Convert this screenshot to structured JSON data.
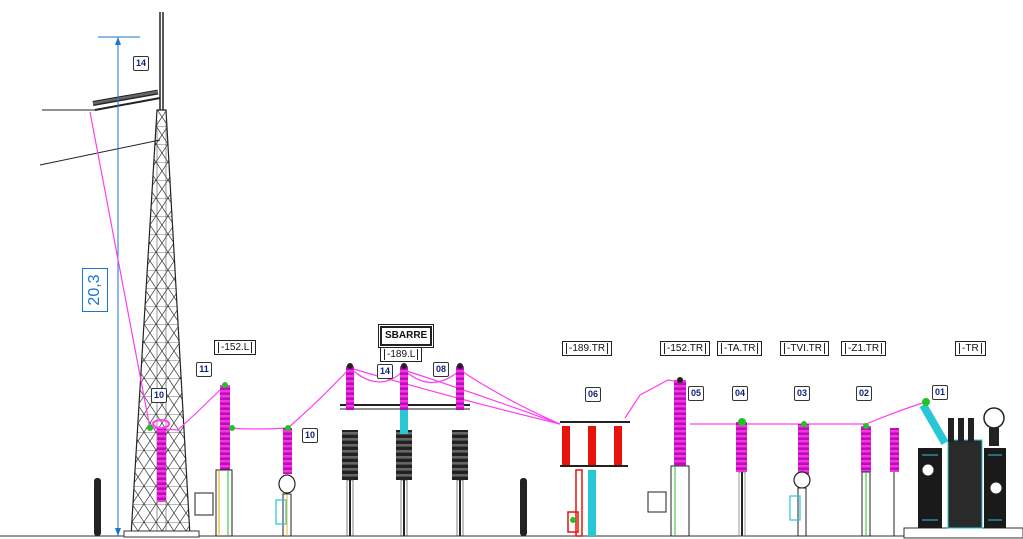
{
  "dimension": {
    "value": "20,3"
  },
  "busbar_label": "SBARRE",
  "labels": [
    {
      "key": "line_disconnector",
      "text": "-152.L"
    },
    {
      "key": "busbar_disconnector",
      "text": "-189.L"
    },
    {
      "key": "transformer_disconnector",
      "text": "-189.TR"
    },
    {
      "key": "transformer_breaker",
      "text": "-152.TR"
    },
    {
      "key": "current_transformer",
      "text": "-TA.TR"
    },
    {
      "key": "voltage_transformer",
      "text": "-TVI.TR"
    },
    {
      "key": "surge_arrester",
      "text": "-Z1.TR"
    },
    {
      "key": "power_transformer",
      "text": "-TR"
    }
  ],
  "bay_numbers": [
    "14",
    "11",
    "10",
    "10",
    "14",
    "08",
    "06",
    "05",
    "04",
    "03",
    "02",
    "01"
  ],
  "colors": {
    "conductor": "#ff3ff2",
    "insulator": "#d41ad4",
    "steel": "#222222",
    "dimension": "#1a75d1",
    "breaker": "#e8140c",
    "cyan": "#29c7d6",
    "green": "#22c322"
  }
}
